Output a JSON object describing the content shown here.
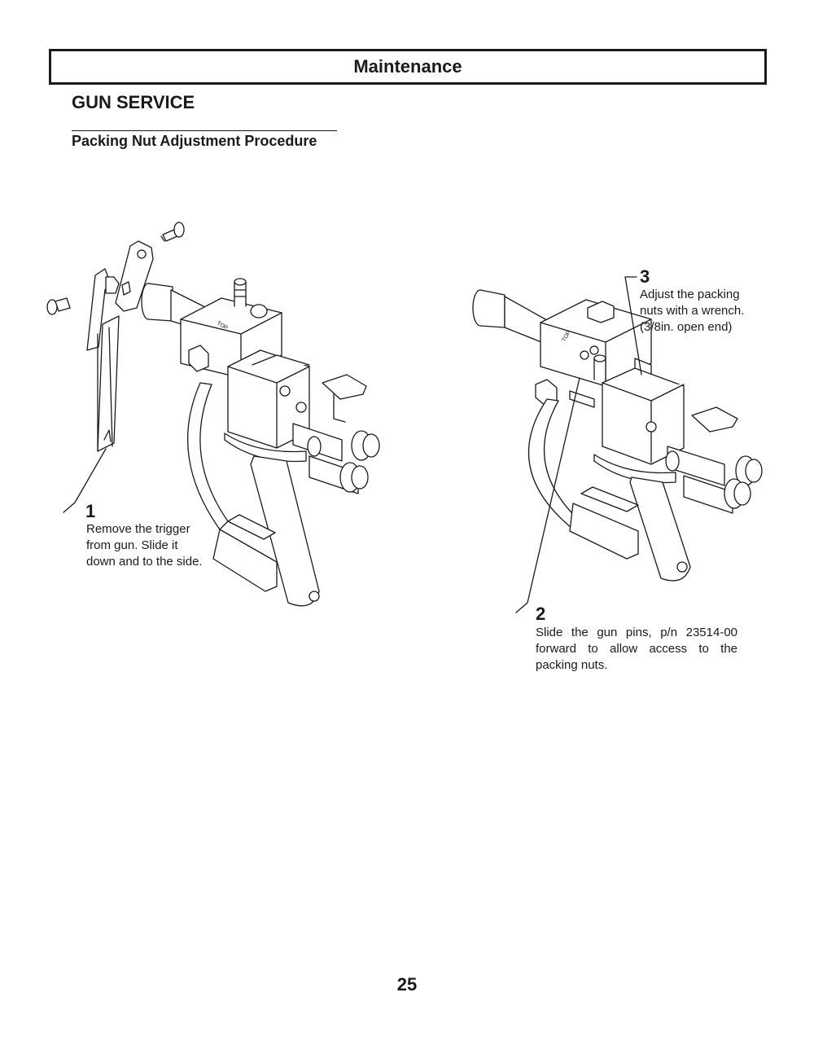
{
  "header": {
    "title": "Maintenance"
  },
  "section": {
    "title": "GUN SERVICE"
  },
  "subsection": {
    "title": "Packing Nut Adjustment Procedure"
  },
  "steps": [
    {
      "number": "1",
      "lines": [
        "Remove the trigger",
        "from gun. Slide it",
        "down and to the side."
      ]
    },
    {
      "number": "2",
      "lines": [
        "Slide the gun pins, p/n 23514-00",
        "forward to allow access to the",
        "packing nuts."
      ]
    },
    {
      "number": "3",
      "lines": [
        "Adjust the packing",
        "nuts with a wrench.",
        "(3/8in. open end)"
      ]
    }
  ],
  "figures": {
    "left": {
      "label_mark": "TOP"
    },
    "right": {
      "label_mark": "TOP"
    }
  },
  "footer": {
    "page_number": "25"
  }
}
